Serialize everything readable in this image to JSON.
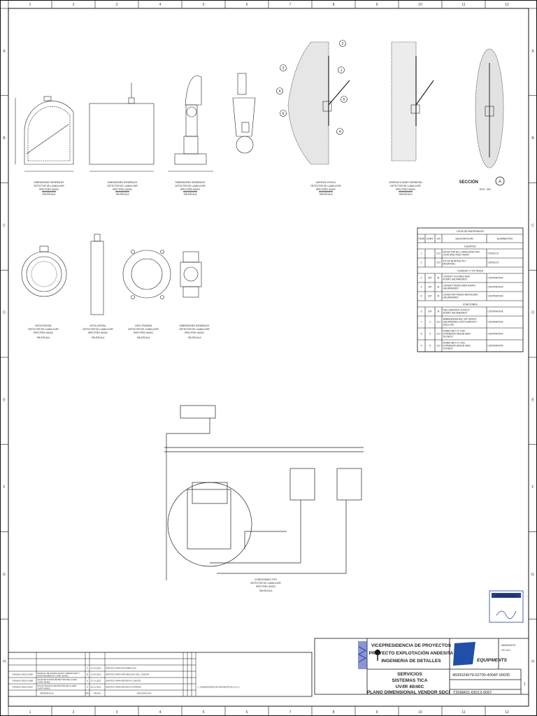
{
  "frame": {
    "columns": [
      "1",
      "2",
      "3",
      "4",
      "5",
      "6",
      "7",
      "8",
      "9",
      "10",
      "11",
      "12"
    ],
    "rows_left": [
      "A",
      "B",
      "C",
      "D",
      "E",
      "F",
      "G",
      "H"
    ],
    "rows_right": [
      "A",
      "B",
      "C",
      "D",
      "E",
      "F",
      "G",
      "H"
    ]
  },
  "views": {
    "dim1": [
      "DIMENSIONES GENERALES",
      "DETECTOR DE LLAMA UV/IR",
      "SPECTREX 40/40C",
      "SIN ESCALA"
    ],
    "dim2": [
      "DIMENSIONES GENERALES",
      "DETECTOR DE LLAMA UV/IR",
      "SPECTREX 40/40C",
      "SIN ESCALA"
    ],
    "dim3": [
      "DIMENSIONES GENERALES",
      "DETECTOR DE LLAMA UV/IR",
      "SPECTREX 40/40C",
      "SIN ESCALA"
    ],
    "roca": [
      "MONTAJE A ROCA",
      "DETECTOR DE LLAMA UV/IR",
      "SPECTREX 40/40C",
      "SIN ESCALA"
    ],
    "muro": [
      "MONTAJE A MURO HORMIGON",
      "DETECTOR DE LLAMA UV/IR",
      "SPECTREX 40/40C",
      "SIN ESCALA"
    ],
    "seccion": {
      "label": "SECCIÓN",
      "letter": "A",
      "scale": "ESC.: S/E"
    },
    "frontal": [
      "VISTA FRONTAL",
      "DETECTOR DE LLAMA UV/IR",
      "SPECTREX 40/40C",
      "SIN ESCALA"
    ],
    "lateral": [
      "VISTA LATERAL",
      "DETECTOR DE LLAMA UV/IR",
      "SPECTREX 40/40C",
      "SIN ESCALA"
    ],
    "trasera": [
      "VISTA TRASERA",
      "DETECTOR DE LLAMA UV/IR",
      "SPECTREX 40/40C",
      "SIN ESCALA"
    ],
    "dim4": [
      "DIMENSIONES GENERALES",
      "DETECTOR DE LLAMA UV/IR",
      "SPECTREX 40/40C",
      "SIN ESCALA"
    ],
    "conexionado": [
      "CONEXIONADO TIPO",
      "DETECTOR DE LLAMA UV/IR",
      "SPECTREX 40/40C",
      "SIN ESCALA"
    ],
    "callouts": [
      "1",
      "2",
      "3",
      "4",
      "5",
      "6"
    ]
  },
  "materials": {
    "title": "LISTA DE MATERIALES",
    "headers": [
      "ITEM",
      "CANT.",
      "UN",
      "DESCRIPCION",
      "SUMINISTRO"
    ],
    "sections": [
      {
        "name": "EQUIPOS",
        "rows": [
          [
            "1",
            "",
            "C/U",
            "DETECTOR DE LLAMA ESPECTRO UV/IR SPECTREX 40/40C",
            "CODELCO"
          ],
          [
            "2",
            "",
            "C/U",
            "KIT DE MONTAJE TILT MOUNTING",
            "CODELCO"
          ]
        ]
      },
      {
        "name": "CONDUIT Y FITTINGS",
        "rows": [
          [
            "3",
            "3/4\"",
            "M",
            "CONDUIT FLEXIBLE Ø3/4 ACERO GALVANIZADO",
            "CONTRATISTA"
          ],
          [
            "4",
            "3/4\"",
            "M",
            "CONDUIT RIGIDO Ø3/4 ACERO GALVANIZADO",
            "CONTRATISTA"
          ],
          [
            "5",
            "3/4\"",
            "M",
            "CONECTOR RIGIDO Ø3/4 ACERO GALVANIZADO",
            "CONTRATISTA"
          ]
        ]
      },
      {
        "name": "FIJACIONES",
        "rows": [
          [
            "6",
            "3/4\"",
            "M",
            "RIEL UNISTRUT 41X41X2 ACERO GALVANIZADO",
            "CONTRATISTA"
          ],
          [
            "7",
            "2",
            "C/U",
            "ABRAZADERA RUC 3/4\" ACERO GALVANIZADO CON TUERCAS Y GOLILLAS",
            "CONTRATISTA"
          ],
          [
            "8",
            "5",
            "C/U",
            "PERNO Ø6 X 3\" CON EXPANSION SEGUN DWG. TECNICO",
            "CONTRATISTA"
          ],
          [
            "9",
            "5",
            "C/U",
            "PERNO Ø6 X 3\" CON EXPANSION SEGUN DWG. TECNICO",
            "CONTRATISTA"
          ]
        ]
      }
    ]
  },
  "revisions": {
    "rows": [
      [
        "",
        "",
        "",
        "",
        ""
      ],
      [
        "",
        "",
        "",
        "",
        ""
      ],
      [
        "",
        "",
        "C",
        "21.03.2021",
        "EMITIDO PARA INFORMACION"
      ],
      [
        "T20MA01-IDD12-0069",
        "MANUAL DE INSTALACION, OPERACION Y MANTENIMIENTO UV/IR 40/40C",
        "B",
        "12.03.2021",
        "EMITIDO PARA APROBACION DEL CLIENTE"
      ],
      [
        "T20MA01-IDD12-0068",
        "HOJA DE DATOS DETECTOR DE LLAMA UV/IR 40/40C",
        "A",
        "27.01.2021",
        "EMITIDO PARA REVISION CLIENTE"
      ],
      [
        "T20MA01-IDD12-0067",
        "FICHA TECNICA DETECTOR DE LLAMA UV/IR 40/40C",
        "A",
        "20.01.2021",
        "EMITIDO PARA REVISION INTERNA"
      ]
    ],
    "footer": [
      "REFERENCIA",
      "REV",
      "FECHA",
      "DESCRIPCION"
    ],
    "note": "1. DIMENSIONES EN MILIMETROS (U.O.I.)"
  },
  "title_block": {
    "header": [
      "VICEPRESIDENCIA DE PROYECTOS",
      "PROYECTO EXPLOTACIÓN ANDESITA",
      "INGENIERIA DE DETALLES"
    ],
    "title": [
      "SERVICIOS",
      "SISTEMAS TICA",
      "UV/IR 40/40C",
      "PLANO DIMENSIONAL VENDOR SDCI"
    ],
    "vendor_logo": "EQUIPMENTS",
    "contract": "4600024079",
    "code": "OC-012",
    "doc_number": "4600024079-02700-400AT-00035",
    "client_number": "T20MA01-IDD12-0067",
    "revision": "1",
    "stamp": "CERTIFICADO"
  },
  "colors": {
    "line": "#111111",
    "stamp": "#1f3c9a",
    "logo": "#1f4fa8",
    "signature": "#2a3fb0"
  }
}
